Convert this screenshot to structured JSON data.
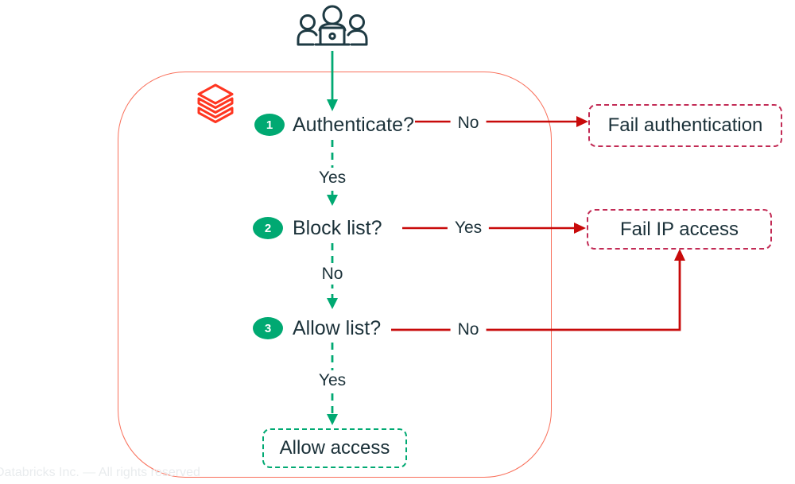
{
  "colors": {
    "navy_text": "#1B3139",
    "green": "#00A972",
    "red_arrow": "#C80A0A",
    "crimson_dashed_border": "#C22B55",
    "container_border": "#F9705B",
    "logo_red": "#FF3621",
    "footer_text": "#E9ECEE"
  },
  "icons": {
    "users": "users-with-laptop-icon",
    "logo": "databricks-logo-icon"
  },
  "steps": [
    {
      "number": "1",
      "label": "Authenticate?",
      "branch_label": "No",
      "next_label": "Yes"
    },
    {
      "number": "2",
      "label": "Block list?",
      "branch_label": "Yes",
      "next_label": "No"
    },
    {
      "number": "3",
      "label": "Allow list?",
      "branch_label": "No",
      "next_label": "Yes"
    }
  ],
  "outcomes": {
    "fail_auth": "Fail authentication",
    "fail_ip": "Fail IP access",
    "allow": "Allow access"
  },
  "footer": "Databricks Inc. — All rights reserved"
}
